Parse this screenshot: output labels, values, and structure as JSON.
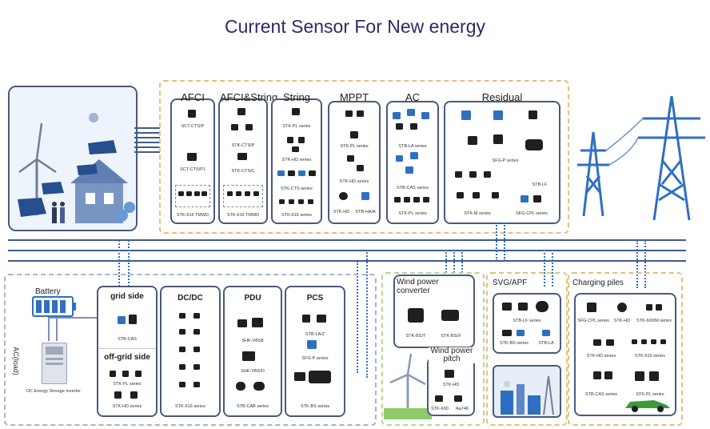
{
  "title": "Current Sensor For New energy",
  "top_panels": [
    {
      "title": "AFCI",
      "labels": [
        "SCT-CTS/P",
        "SCT-CTS/P1",
        "STK-616 TMWD"
      ]
    },
    {
      "title": "AFCI&String",
      "labels": [
        "STK-CTS/P",
        "STK-CTS/C",
        "STK-616 TMWD"
      ]
    },
    {
      "title": "String",
      "labels": [
        "STK-PL series",
        "STK-HD series",
        "STK-CTS series",
        "STK-616 series"
      ]
    },
    {
      "title": "MPPT",
      "labels": [
        "STK-PL series",
        "STK-HD series",
        "STK-HD",
        "STB-HA/A"
      ]
    },
    {
      "title": "AC",
      "labels": [
        "STB-LA series",
        "STB-CAS series",
        "STK-PL series"
      ]
    },
    {
      "title": "Residual",
      "labels": [
        "SFG-P series",
        "STB-LF",
        "STK-M series",
        "SFG-CPL series"
      ]
    }
  ],
  "battery": {
    "label": "Battery",
    "load": "AC(load)",
    "inverter": "DC Energy Storage Inverter"
  },
  "grid_side": {
    "title": "grid side",
    "label": "STB-CAS"
  },
  "off_grid_side": {
    "title": "off-grid side",
    "labels": [
      "STK-PL series",
      "STK-HD series"
    ]
  },
  "dcdc": {
    "title": "DC/DC",
    "label": "STK-616 series"
  },
  "pdu": {
    "title": "PDU",
    "labels": [
      "SHK-VBS8",
      "SHK-VBS/D",
      "STB-CAB series"
    ]
  },
  "pcs": {
    "title": "PCS",
    "labels": [
      "STB-LA/Z",
      "SFG-P series",
      "STK-BS series"
    ]
  },
  "wind_converter": {
    "title": "Wind power converter",
    "labels": [
      "STK-BS/T",
      "STK-BS/X"
    ]
  },
  "wind_pitch": {
    "title": "Wind power pitch",
    "labels": [
      "STK-HD",
      "STK-600",
      "Aa746"
    ]
  },
  "svg_apf": {
    "title": "SVG/APF",
    "labels": [
      "STB-LF series",
      "STK-BS series",
      "STB-LA"
    ]
  },
  "charging": {
    "title": "Charging piles",
    "labels": [
      "SFG-CPL series",
      "STK-HD",
      "STK-600/M series",
      "STK-HD series",
      "STK-616 series",
      "STB-CAS series",
      "STK-PL series"
    ]
  },
  "colors": {
    "title": "#2b2a6e",
    "accent_blue": "#2f6fc2",
    "dash_gold": "#e2c27a",
    "panel_border": "#4a5a7c",
    "bus_line": "#3f5b8a"
  }
}
